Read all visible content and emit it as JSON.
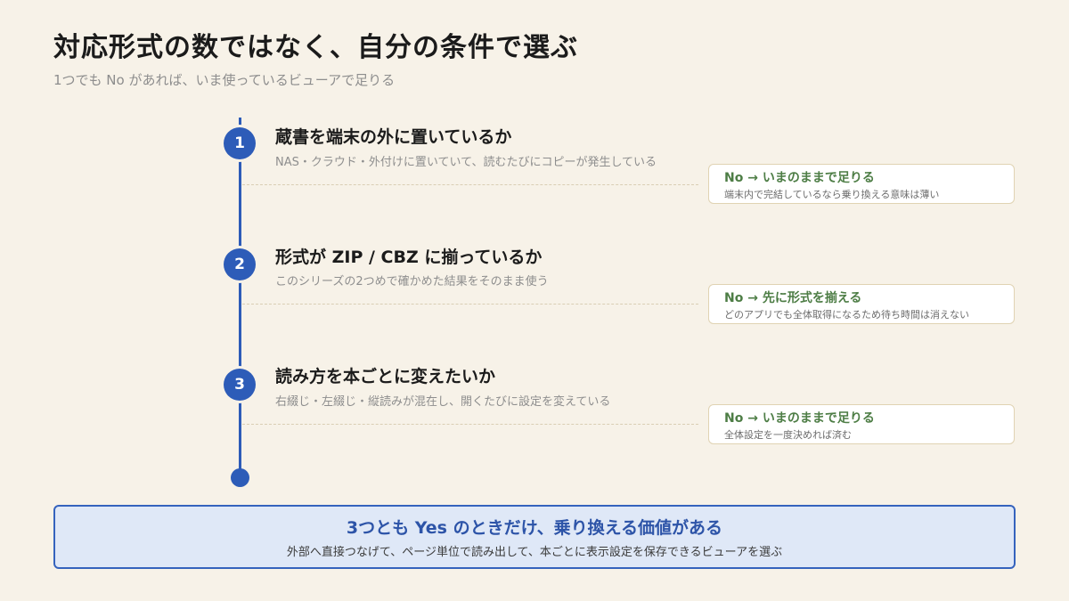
{
  "title": "対応形式の数ではなく、自分の条件で選ぶ",
  "subtitle": "1つでも No があれば、いま使っているビューアで足りる",
  "steps": [
    {
      "number": "1",
      "title": "蔵書を端末の外に置いているか",
      "description": "NAS・クラウド・外付けに置いていて、読むたびにコピーが発生している",
      "answer_title": "No → いまのままで足りる",
      "answer_note": "端末内で完結しているなら乗り換える意味は薄い"
    },
    {
      "number": "2",
      "title": "形式が ZIP / CBZ に揃っているか",
      "description": "このシリーズの2つめで確かめた結果をそのまま使う",
      "answer_title": "No → 先に形式を揃える",
      "answer_note": "どのアプリでも全体取得になるため待ち時間は消えない"
    },
    {
      "number": "3",
      "title": "読み方を本ごとに変えたいか",
      "description": "右綴じ・左綴じ・縦読みが混在し、開くたびに設定を変えている",
      "answer_title": "No → いまのままで足りる",
      "answer_note": "全体設定を一度決めれば済む"
    }
  ],
  "conclusion": {
    "title": "3つとも Yes のときだけ、乗り換える価値がある",
    "note": "外部へ直接つなげて、ページ単位で読み出して、本ごとに表示設定を保存できるビューアを選ぶ"
  },
  "colors": {
    "background": "#f7f2e8",
    "accent_blue": "#2d5cb8",
    "answer_green": "#4d7d45",
    "conclusion_fill": "#dfe8f7"
  }
}
